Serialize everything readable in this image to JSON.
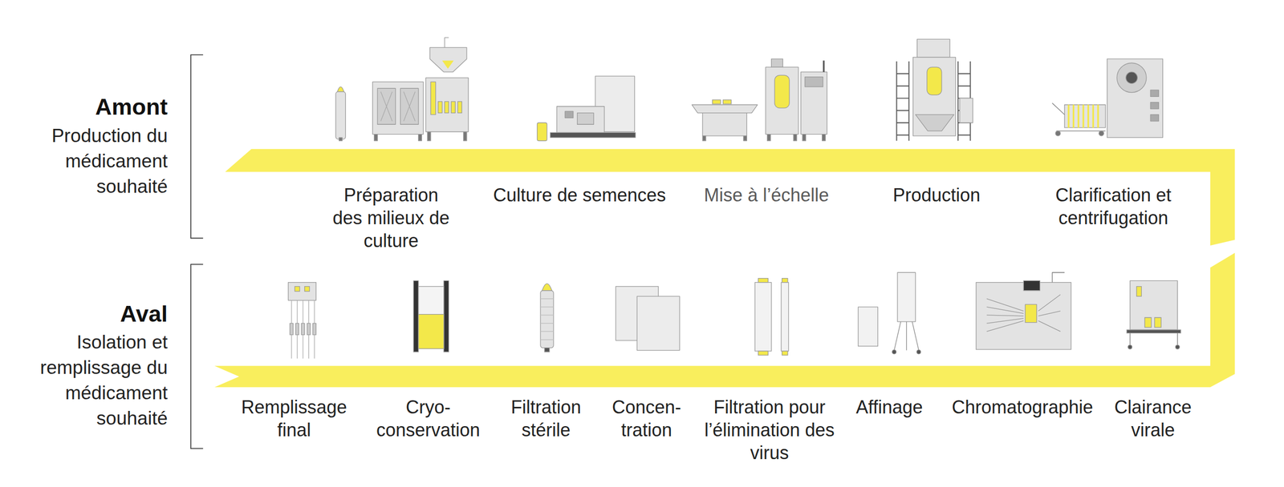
{
  "diagram": {
    "labels": [
      "Amont",
      "Production du médicament souhaité",
      "Préparation des milieux de culture",
      "Culture de semences",
      "Mise à l’échelle",
      "Production",
      "Clarification et centrifugation",
      "Aval",
      "Isolation et remplissage du médicament souhaité",
      "Remplissage final",
      "Cryo- conservation",
      "Filtration stérile",
      "Concen- tration",
      "Filtration pour l’élimination des virus",
      "Affinage",
      "Chromatographie",
      "Clairance virale"
    ]
  }
}
